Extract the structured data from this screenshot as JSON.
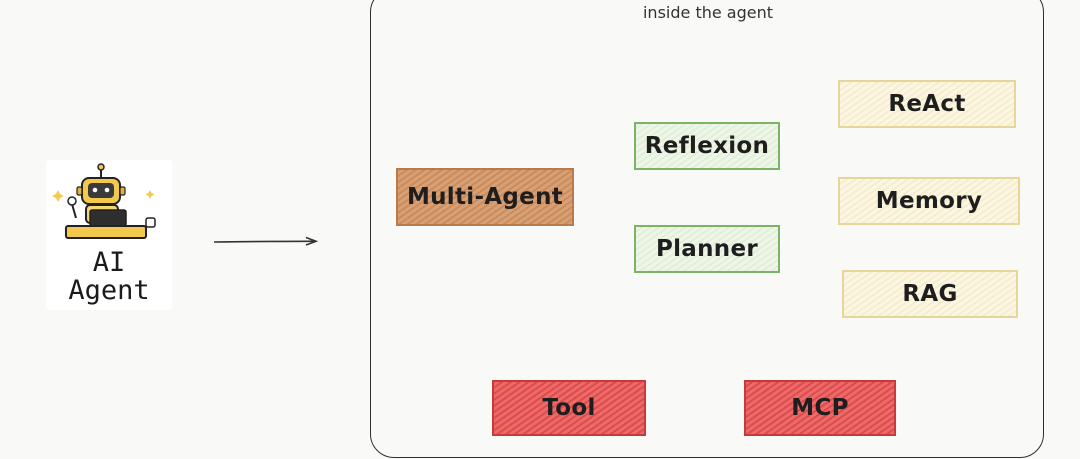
{
  "agent": {
    "line1": "AI",
    "line2": "Agent"
  },
  "container": {
    "label": "inside the agent"
  },
  "nodes": {
    "multi_agent": "Multi-Agent",
    "reflexion": "Reflexion",
    "planner": "Planner",
    "react": "ReAct",
    "memory": "Memory",
    "rag": "RAG",
    "tool": "Tool",
    "mcp": "MCP"
  },
  "colors": {
    "orange": "#d9a076",
    "green": "#7ab464",
    "yellow": "#f6edcc",
    "red": "#e35757"
  },
  "icons": [
    "robot-icon",
    "sparkle-icon",
    "arrow-right-icon"
  ]
}
